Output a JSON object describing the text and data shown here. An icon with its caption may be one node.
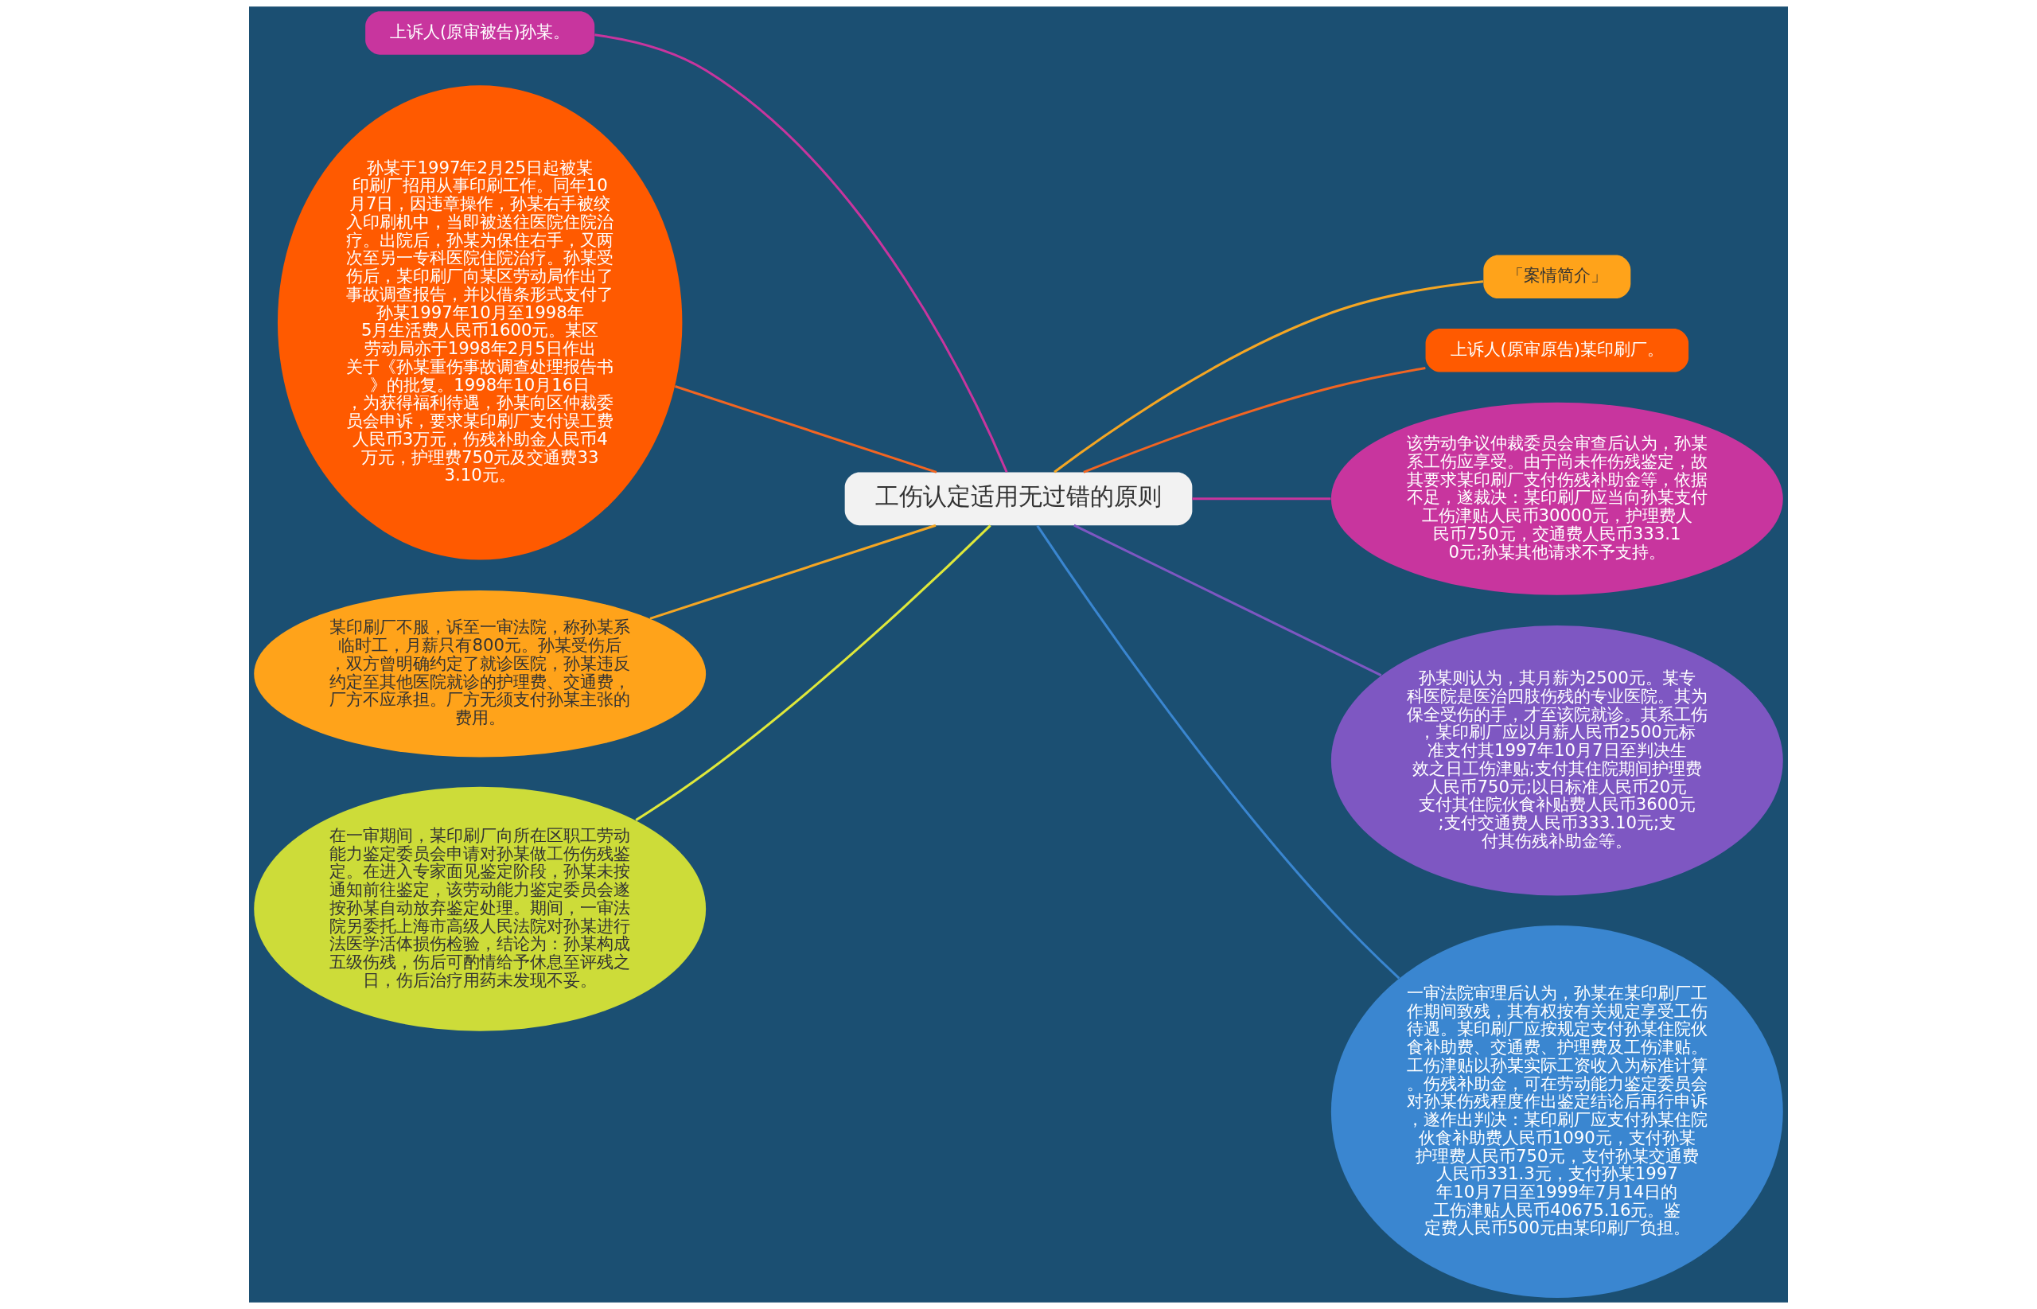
{
  "diagram": {
    "nodes": [
      {
        "text": [
          "工伤认定适用无过错的原则"
        ]
      },
      {
        "text": [
          "「案情简介」"
        ]
      },
      {
        "text": [
          "上诉人(原审原告)某印刷厂。"
        ]
      },
      {
        "text": [
          "上诉人(原审被告)孙某。"
        ]
      },
      {
        "text": [
          "孙某于1997年2月25日起被某印刷厂招用从事印刷工作。同年10月7日，因违章操作，孙某右手被绞入印刷机中，当即被送往医院住院治疗。出院后，孙某为保住右手，又两次至另一专科医院住院治疗。孙某受伤后，某印刷厂向某区劳动局作出了事故调查报告，并以借条形式支付了孙某1997年10月至1998年5月生活费人民币1600元。某区劳动局亦于1998年2月5日作出关于《孙某重伤事故调查处理报告书》的批复。1998年10月16日，为获得福利待遇，孙某向区仲裁委员会申诉，要求某印刷厂支付误工费人民币3万元，伤残补助金人民币4万元，护理费750元及交通费333.10元。"
        ]
      },
      {
        "text": [
          "该劳动争议仲裁委员会审查后认为，孙某系工伤应享受。由于尚未作伤残鉴定，故其要求某印刷厂支付伤残补助金等，依据不足，遂裁决：某印刷厂应当向孙某支付工伤津贴人民币30000元，护理费人民币750元，交通费人民币333.10元;孙某其他请求不予支持。"
        ]
      },
      {
        "text": [
          "孙某则认为，其月薪为2500元。某专科医院是医治四肢伤残的专业医院。其为保全受伤的手，才至该院就诊。其系工伤，某印刷厂应以月薪人民币2500元标准支付其1997年10月7日至判决生效之日工伤津贴;支付其住院期间护理费人民币750元;以日标准人民币20元支付其住院伙食补贴费人民币3600元;支付交通费人民币333.10元;支付其伤残补助金等。"
        ]
      },
      {
        "text": [
          "某印刷厂不服，诉至一审法院，称孙某系临时工，月薪只有800元。孙某受伤后，双方曾明确约定了就诊医院，孙某违反约定至其他医院就诊的护理费、交通费，厂方不应承担。厂方无须支付孙某主张的费用。"
        ]
      },
      {
        "text": [
          "在一审期间，某印刷厂向所在区职工劳动能力鉴定委员会申请对孙某做工伤伤残鉴定。在进入专家面见鉴定阶段，孙某未按通知前往鉴定，该劳动能力鉴定委员会遂按孙某自动放弃鉴定处理。期间，一审法院另委托上海市高级人民法院对孙某进行法医学活体损伤检验，结论为：孙某构成五级伤残，伤后可酌情给予休息至评残之日，伤后治疗用药未发现不妥。"
        ]
      },
      {
        "text": [
          "一审法院审理后认为，孙某在某印刷厂工作期间致残，其有权按有关规定享受工伤待遇。某印刷厂应按规定支付孙某住院伙食补助费、交通费、护理费及工伤津贴。工伤津贴以孙某实际工资收入为标准计算。伤残补助金，可在劳动能力鉴定委员会对孙某伤残程度作出鉴定结论后再行申诉，遂作出判决：某印刷厂应支付孙某住院伙食补助费人民币1090元，支付孙某护理费人民币750元，支付孙某交通费人民币331.3元，支付孙某1997年10月7日至1999年7月14日的工伤津贴人民币40675.16元。鉴定费人民币500元由某印刷厂负担。"
        ]
      }
    ],
    "edges": [
      {
        "from": 0,
        "to": 1,
        "arrow": "none",
        "color": "#f5a623"
      },
      {
        "from": 0,
        "to": 2,
        "arrow": "none",
        "color": "#f26522"
      },
      {
        "from": 0,
        "to": 3,
        "arrow": "none",
        "color": "#c8359e"
      },
      {
        "from": 0,
        "to": 4,
        "arrow": "none",
        "color": "#f26522"
      },
      {
        "from": 0,
        "to": 5,
        "arrow": "none",
        "color": "#c8359e"
      },
      {
        "from": 0,
        "to": 6,
        "arrow": "none",
        "color": "#7e57c2"
      },
      {
        "from": 0,
        "to": 7,
        "arrow": "none",
        "color": "#f5a623"
      },
      {
        "from": 0,
        "to": 8,
        "arrow": "none",
        "color": "#dfe83a"
      },
      {
        "from": 0,
        "to": 9,
        "arrow": "none",
        "color": "#3a86d0"
      }
    ]
  }
}
